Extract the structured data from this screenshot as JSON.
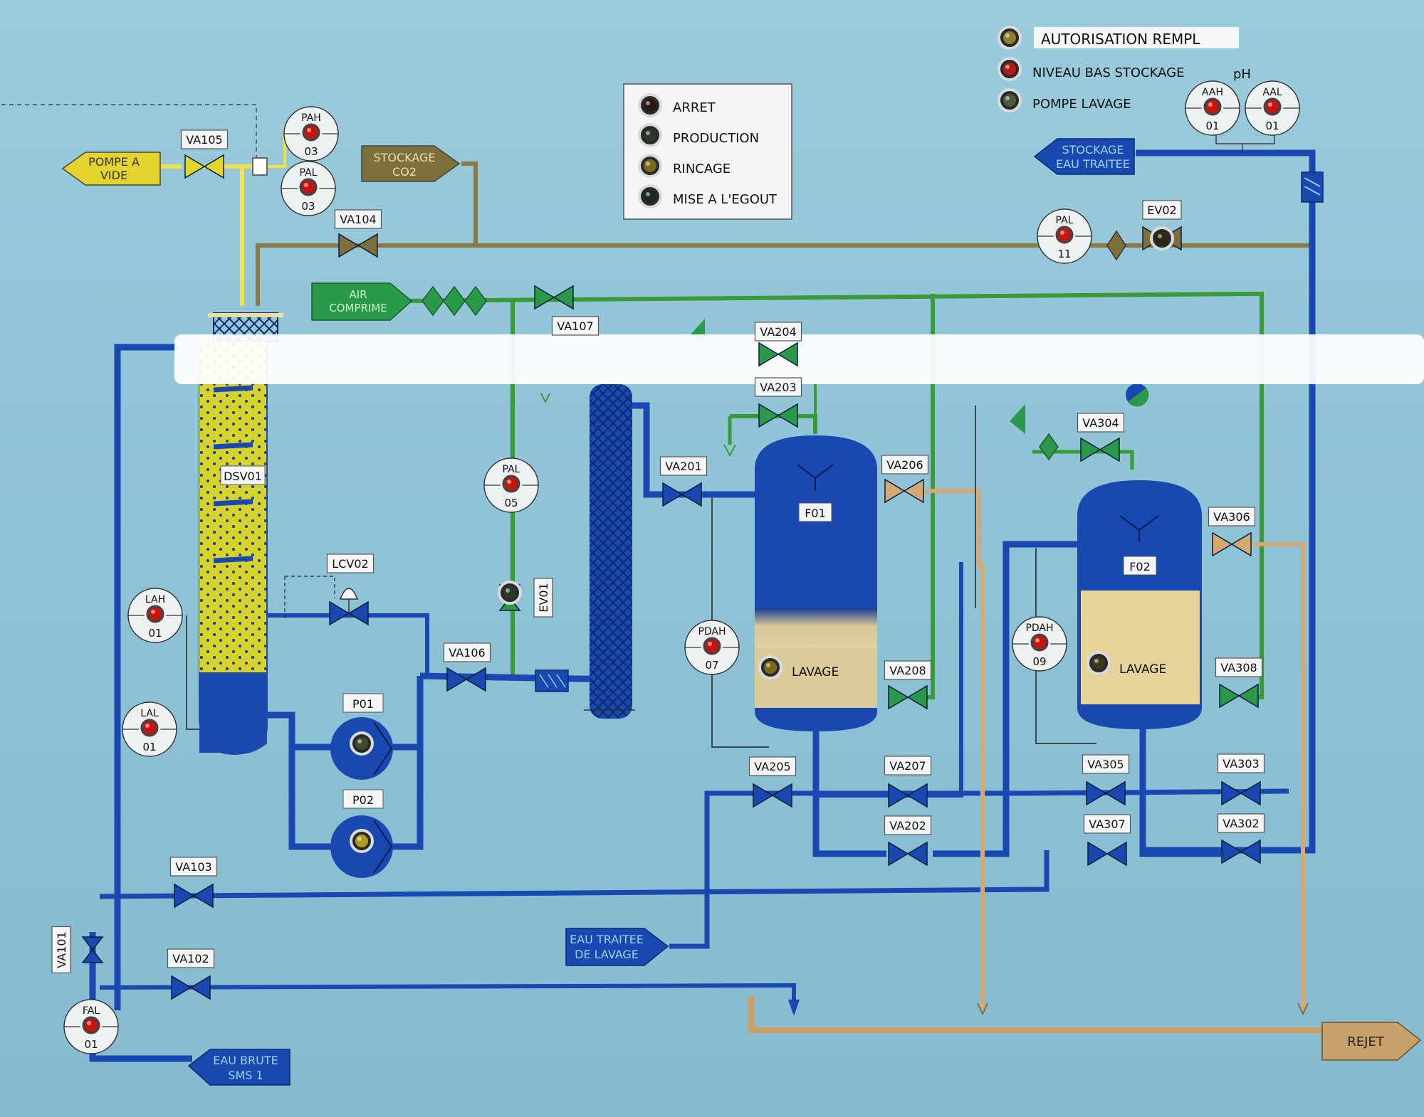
{
  "legend": {
    "items": [
      "ARRET",
      "PRODUCTION",
      "RINCAGE",
      "MISE A L'EGOUT"
    ]
  },
  "status": {
    "items": [
      "AUTORISATION REMPL",
      "NIVEAU BAS STOCKAGE",
      "POMPE LAVAGE"
    ],
    "ph_label": "pH"
  },
  "endpoints": {
    "pompe_vide": [
      "POMPE A",
      "VIDE"
    ],
    "stockage_co2": [
      "STOCKAGE",
      "CO2"
    ],
    "air_comprime": [
      "AIR",
      "COMPRIME"
    ],
    "stockage_eau": [
      "STOCKAGE",
      "EAU TRAITEE"
    ],
    "eau_lavage": [
      "EAU TRAITEE",
      "DE LAVAGE"
    ],
    "eau_brute": [
      "EAU BRUTE",
      "SMS 1"
    ],
    "rejet": "REJET"
  },
  "valves": [
    "VA105",
    "VA104",
    "VA107",
    "VA204",
    "VA203",
    "VA201",
    "VA206",
    "VA304",
    "VA306",
    "EV02",
    "LCV02",
    "VA106",
    "EV01",
    "VA208",
    "VA308",
    "VA205",
    "VA207",
    "VA305",
    "VA303",
    "VA202",
    "VA307",
    "VA302",
    "VA103",
    "VA102",
    "VA101"
  ],
  "instruments": {
    "pah_03": [
      "PAH",
      "03"
    ],
    "pal_03": [
      "PAL",
      "03"
    ],
    "pal_11": [
      "PAL",
      "11"
    ],
    "aah_01": [
      "AAH",
      "01"
    ],
    "aal_01": [
      "AAL",
      "01"
    ],
    "pal_05": [
      "PAL",
      "05"
    ],
    "lah_01": [
      "LAH",
      "01"
    ],
    "lal_01": [
      "LAL",
      "01"
    ],
    "pdah_07": [
      "PDAH",
      "07"
    ],
    "pdah_09": [
      "PDAH",
      "09"
    ],
    "fal_01": [
      "FAL",
      "01"
    ]
  },
  "equipment": {
    "column": "DSV01",
    "filter1": "F01",
    "filter2": "F02",
    "lavage1": "LAVAGE",
    "lavage2": "LAVAGE",
    "pump1": "P01",
    "pump2": "P02"
  }
}
